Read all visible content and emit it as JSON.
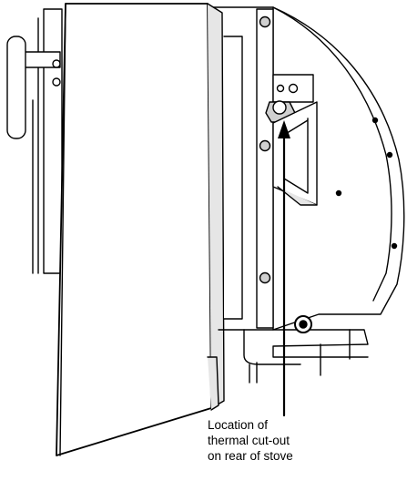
{
  "callout": {
    "lines": [
      "Location of",
      "thermal cut-out",
      "on rear of stove"
    ]
  },
  "colors": {
    "line": "#000000",
    "fill": "#ffffff",
    "shade": "#e6e6e6",
    "shade_dark": "#d0d0d0"
  }
}
